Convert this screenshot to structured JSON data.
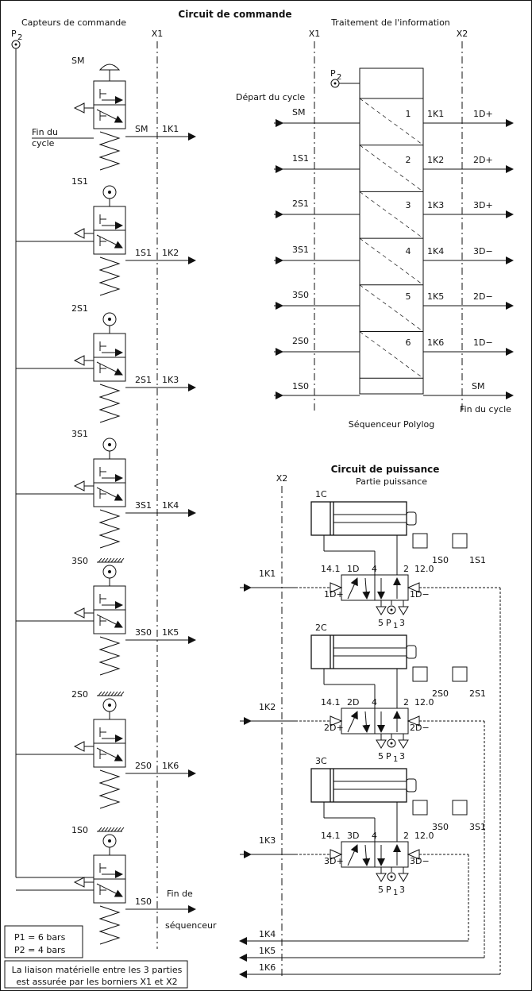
{
  "command": {
    "title": "Circuit de commande",
    "sensors_title": "Capteurs de commande",
    "supply": "P",
    "supply_sub": "2",
    "cycle_end_label_1": "Fin du",
    "cycle_end_label_2": "cycle",
    "sensors": [
      {
        "name": "SM",
        "signal": "SM",
        "output": "1K1"
      },
      {
        "name": "1S1",
        "signal": "1S1",
        "output": "1K2"
      },
      {
        "name": "2S1",
        "signal": "2S1",
        "output": "1K3"
      },
      {
        "name": "3S1",
        "signal": "3S1",
        "output": "1K4"
      },
      {
        "name": "3S0",
        "signal": "3S0",
        "output": "1K5"
      },
      {
        "name": "2S0",
        "signal": "2S0",
        "output": "1K6"
      },
      {
        "name": "1S0",
        "signal": "1S0",
        "output_1": "Fin de",
        "output_2": "séquenceur"
      }
    ],
    "pressures": [
      "P1 = 6 bars",
      "P2 = 4 bars"
    ],
    "note_1": "La liaison matérielle entre les 3 parties",
    "note_2": "est assurée par les borniers X1 et X2"
  },
  "terminals": {
    "x1": "X1",
    "x2": "X2"
  },
  "processing": {
    "title": "Traitement de l'information",
    "cycle_start": "Départ du cycle",
    "supply": "P",
    "supply_sub": "2",
    "sequencer": "Séquenceur Polylog",
    "steps": [
      {
        "in": "SM",
        "num": "1",
        "k": "1K1",
        "out": "1D+"
      },
      {
        "in": "1S1",
        "num": "2",
        "k": "1K2",
        "out": "2D+"
      },
      {
        "in": "2S1",
        "num": "3",
        "k": "1K3",
        "out": "3D+"
      },
      {
        "in": "3S1",
        "num": "4",
        "k": "1K4",
        "out": "3D−"
      },
      {
        "in": "3S0",
        "num": "5",
        "k": "1K5",
        "out": "2D−"
      },
      {
        "in": "2S0",
        "num": "6",
        "k": "1K6",
        "out": "1D−"
      }
    ],
    "last_in": "1S0",
    "last_out": "SM",
    "cycle_end": "Fin du cycle"
  },
  "power": {
    "title": "Circuit de puissance",
    "subtitle": "Partie puissance",
    "units": [
      {
        "cyl": "1C",
        "valve": "1D",
        "plus": "1D+",
        "minus": "1D−",
        "k": "1K1",
        "s0": "1S0",
        "s1": "1S1"
      },
      {
        "cyl": "2C",
        "valve": "2D",
        "plus": "2D+",
        "minus": "2D−",
        "k": "1K2",
        "s0": "2S0",
        "s1": "2S1"
      },
      {
        "cyl": "3C",
        "valve": "3D",
        "plus": "3D+",
        "minus": "3D−",
        "k": "1K3",
        "s0": "3S0",
        "s1": "3S1"
      }
    ],
    "pilot_left": "14.1",
    "pilot_right": "12.0",
    "port_4": "4",
    "port_2": "2",
    "port_5": "5",
    "port_3": "3",
    "port_p": "P",
    "port_p_sub": "1",
    "return_signals": [
      "1K4",
      "1K5",
      "1K6"
    ]
  }
}
